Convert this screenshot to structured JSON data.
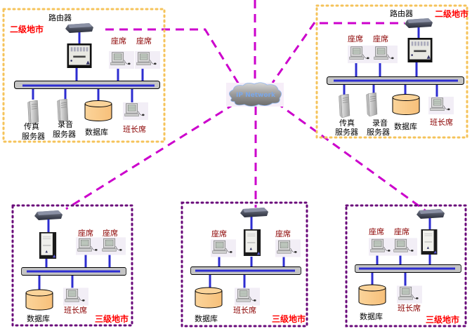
{
  "diagram": {
    "title": "IP Network multi-city call center topology",
    "core": {
      "label": "IP Network",
      "icon": "cloud-icon"
    },
    "link_color": "#cc00cc",
    "bus_color": "#2d2dd0",
    "second_level_border": "#f5c35a",
    "third_level_border": "#6a0a7a",
    "sites": [
      {
        "id": "site-a",
        "level": "second",
        "city_label": "二级地市",
        "router_label": "路由器",
        "seat_labels": [
          "座席",
          "座席"
        ],
        "fax_server_label": [
          "传真",
          "服务器"
        ],
        "record_server_label": [
          "录音",
          "服务器"
        ],
        "database_label": "数据库",
        "leader_label": "班长席"
      },
      {
        "id": "site-b",
        "level": "second",
        "city_label": "二级地市",
        "router_label": "路由器",
        "seat_labels": [
          "座席",
          "座席"
        ],
        "fax_server_label": [
          "传真",
          "服务器"
        ],
        "record_server_label": [
          "录音",
          "服务器"
        ],
        "database_label": "数据库",
        "leader_label": "班长席"
      },
      {
        "id": "site-c",
        "level": "third",
        "city_label": "三级地市",
        "seat_labels": [
          "座席",
          "座席"
        ],
        "database_label": "数据库",
        "leader_label": "班长席"
      },
      {
        "id": "site-d",
        "level": "third",
        "city_label": "三级地市",
        "seat_labels": [
          "座席",
          "座席"
        ],
        "database_label": "数据库",
        "leader_label": "班长席"
      },
      {
        "id": "site-e",
        "level": "third",
        "city_label": "三级地市",
        "seat_labels": [
          "座席",
          "座席"
        ],
        "database_label": "数据库",
        "leader_label": "班长席"
      }
    ]
  }
}
